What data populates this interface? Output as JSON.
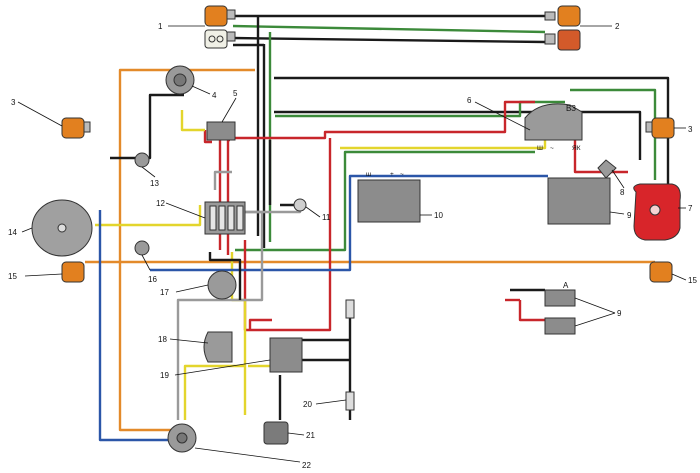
{
  "callouts": {
    "n1": "1",
    "n2": "2",
    "n3a": "3",
    "n3b": "3",
    "n4": "4",
    "n5": "5",
    "n6": "6",
    "n7": "7",
    "n8": "8",
    "n9a": "9",
    "n9b": "9",
    "n10": "10",
    "n11": "11",
    "n12": "12",
    "n13": "13",
    "n14": "14",
    "n15a": "15",
    "n15b": "15",
    "n16": "16",
    "n17": "17",
    "n18": "18",
    "n19": "19",
    "n20": "20",
    "n21": "21",
    "n22": "22"
  },
  "terminals": {
    "generator": "ВЗ",
    "sh": "Ш",
    "tilde": "~",
    "yak": "ЯК",
    "reg_sh": "ш",
    "reg_plus": "+",
    "reg_tilde": "~",
    "relay": "А"
  },
  "colors": {
    "black": "#1a1a1a",
    "red": "#c8262b",
    "green": "#3c8a3a",
    "yellow": "#e3d52c",
    "blue": "#2b56a8",
    "orange": "#e38a2a",
    "gray": "#9a9a9a",
    "component_gray": "#8c8c8c",
    "lamp_orange": "#e2801f"
  }
}
